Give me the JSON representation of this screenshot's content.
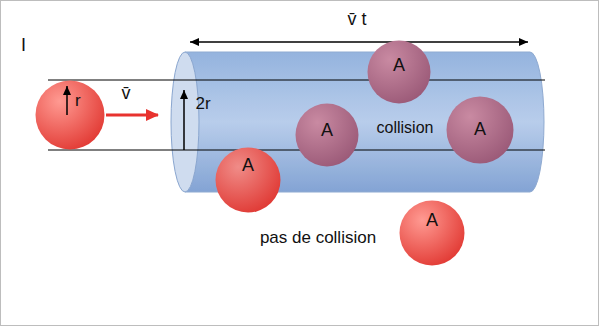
{
  "diagram": {
    "nodes": [
      {
        "text": [
          "I",
          "r"
        ]
      },
      {
        "text": [
          "A"
        ]
      },
      {
        "text": [
          "A"
        ]
      },
      {
        "text": [
          "A"
        ]
      },
      {
        "text": [
          "A"
        ]
      },
      {
        "text": [
          "A"
        ]
      }
    ],
    "labels": [
      "v̄ t",
      "v̄",
      "2r",
      "collision",
      "pas de collision"
    ]
  }
}
